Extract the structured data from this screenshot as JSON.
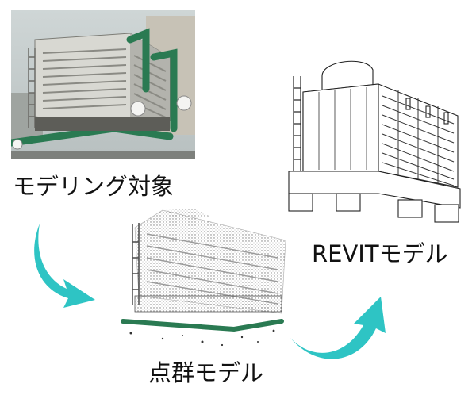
{
  "labels": {
    "target": "モデリング対象",
    "point_cloud": "点群モデル",
    "revit": "REVITモデル"
  },
  "colors": {
    "arrow": "#2ec4c4",
    "pipe": "#2a7a52"
  },
  "icons": {
    "arrow_down": "curved-arrow-down-right",
    "arrow_up": "curved-arrow-up-right"
  }
}
